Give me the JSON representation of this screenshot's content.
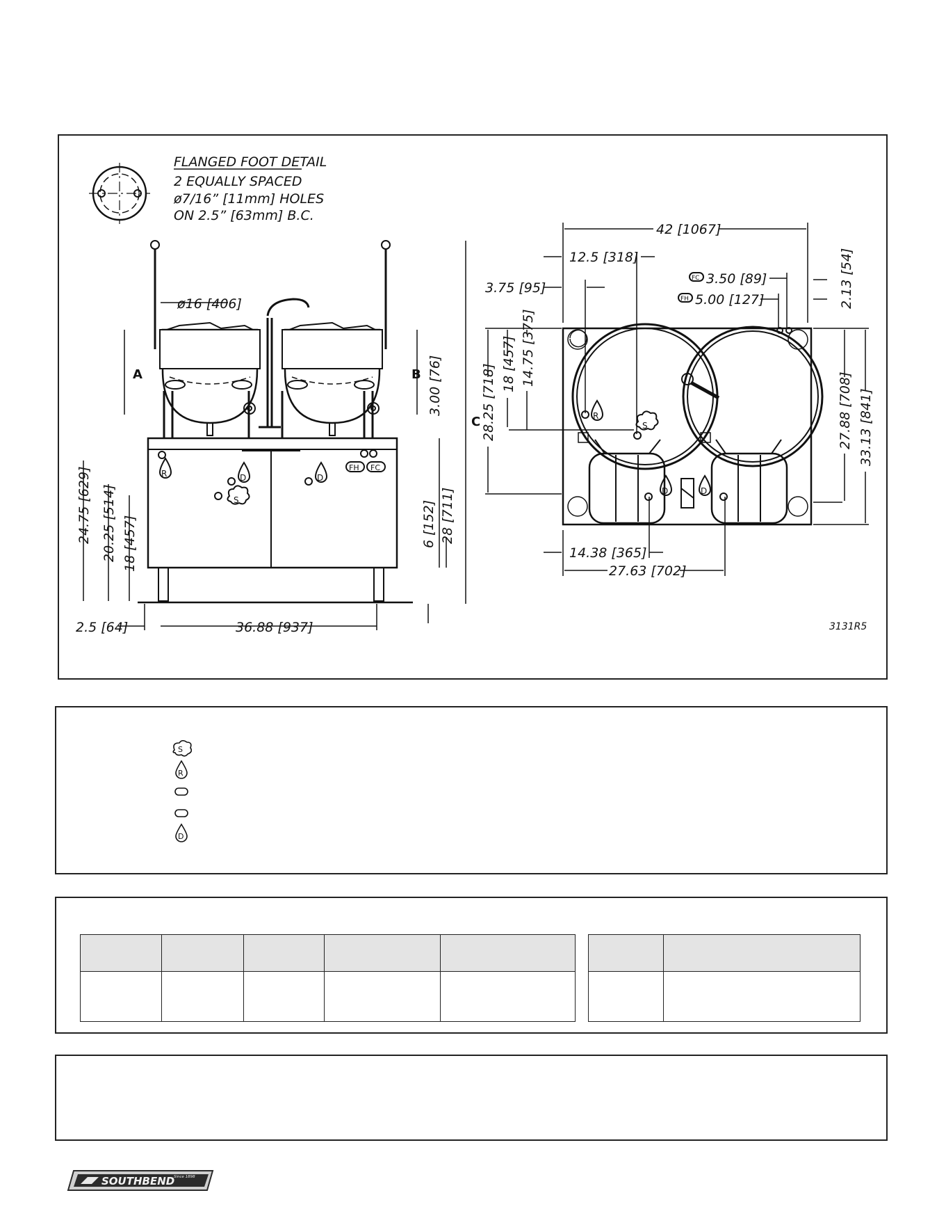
{
  "drawing": {
    "foot_detail": {
      "title": "FLANGED FOOT DETAIL",
      "line1": "2 EQUALLY SPACED",
      "line2": "ø7/16” [11mm] HOLES",
      "line3": "ON 2.5” [63mm] B.C."
    },
    "labels": {
      "A": "A",
      "B": "B",
      "C": "C",
      "R": "R",
      "D": "D",
      "S": "S",
      "FH": "FH",
      "FC": "FC"
    },
    "dims": {
      "dia16": "ø16 [406]",
      "d300": "3.00 [76]",
      "d2475": "24.75 [629]",
      "d2025": "20.25 [514]",
      "d18a": "18 [457]",
      "d6": "6 [152]",
      "d28": "28 [711]",
      "d25": "2.5 [64]",
      "d3688": "36.88 [937]",
      "d42": "42 [1067]",
      "d125": "12.5 [318]",
      "d375": "3.75 [95]",
      "fc350": "3.50 [89]",
      "fh500": "5.00 [127]",
      "d213": "2.13 [54]",
      "d2825": "28.25 [718]",
      "d18b": "18 [457]",
      "d1475": "14.75 [375]",
      "d2788": "27.88 [708]",
      "d3313": "33.13 [841]",
      "d1438": "14.38 [365]",
      "d2763": "27.63 [702]"
    },
    "drawing_number": "3131R5"
  },
  "legend": {
    "icons": [
      "steam-inlet-icon",
      "return-icon",
      "cold-water-icon",
      "hot-water-icon",
      "drain-icon"
    ],
    "s_glyph": "S",
    "r_glyph": "R",
    "d_glyph": "D"
  },
  "table": {
    "left_columns": 5,
    "right_columns": 2
  },
  "brand": {
    "name": "SOUTHBEND",
    "tagline": "Since 1898",
    "colors": {
      "line": "#111111",
      "header": "#e4e4e4",
      "logo": "#2b2b2b"
    }
  }
}
